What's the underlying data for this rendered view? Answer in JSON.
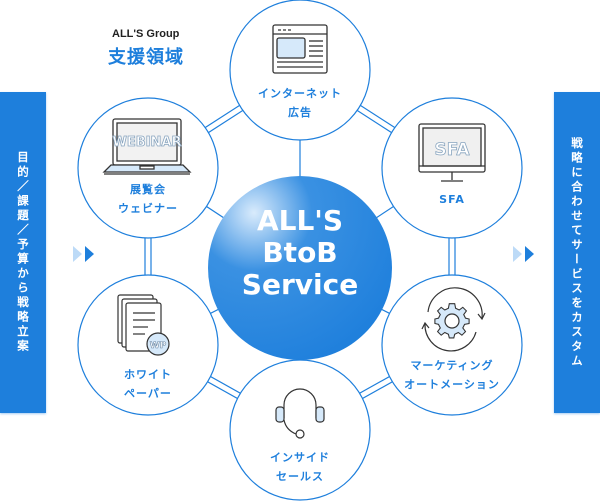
{
  "header": {
    "group_label": "ALL'S Group",
    "title": "支援領域"
  },
  "left_panel": {
    "text": "目的／課題／予算から戦略立案"
  },
  "right_panel": {
    "text": "戦略に合わせてサービスをカスタム"
  },
  "center": {
    "lines": [
      "ALL'S",
      "BtoB",
      "Service"
    ]
  },
  "nodes": [
    {
      "id": "internet-ad",
      "icon": "browser-window-icon",
      "lines": [
        "インターネット",
        "広告"
      ]
    },
    {
      "id": "webinar",
      "icon": "laptop-webinar-icon",
      "icon_text": "WEBINAR",
      "lines": [
        "展覧会",
        "ウェビナー"
      ]
    },
    {
      "id": "sfa",
      "icon": "monitor-sfa-icon",
      "icon_text": "SFA",
      "lines": [
        "SFA"
      ]
    },
    {
      "id": "whitepaper",
      "icon": "document-wp-icon",
      "icon_text": "WP",
      "lines": [
        "ホワイト",
        "ペーパー"
      ]
    },
    {
      "id": "marketing-automation",
      "icon": "gear-cycle-icon",
      "lines": [
        "マーケティング",
        "オートメーション"
      ]
    },
    {
      "id": "inside-sales",
      "icon": "headset-icon",
      "lines": [
        "インサイド",
        "セールス"
      ]
    }
  ],
  "colors": {
    "accent": "#1e7fdc",
    "accent_light": "#bcdaf7",
    "icon_fill": "#d6e9fa",
    "icon_stroke": "#333333"
  }
}
